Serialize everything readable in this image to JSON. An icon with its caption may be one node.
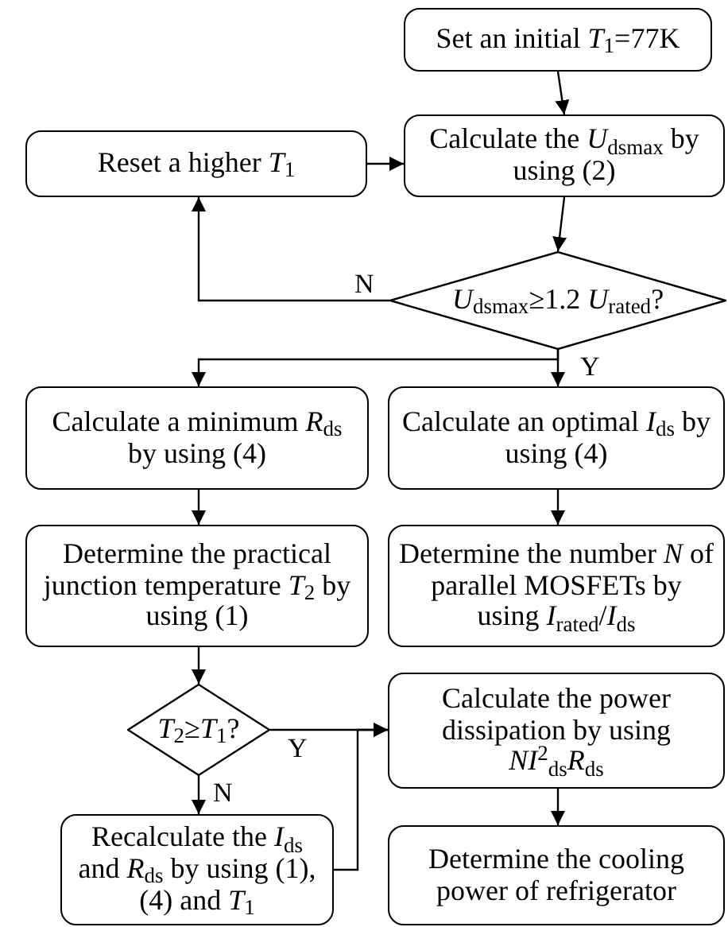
{
  "diagram": {
    "nodes": [
      {
        "text": [
          "Set an initial *T*$_{1}$=77K"
        ]
      },
      {
        "text": [
          "Calculate the *U*$_{dsmax}$ by using (2)"
        ]
      },
      {
        "text": [
          "Reset a higher *T*$_{1}$"
        ]
      },
      {
        "text": [
          "*U*$_{dsmax}$≥1.2 *U*$_{rated}$?"
        ]
      },
      {
        "text": [
          "Calculate a minimum *R*$_{ds}$ by using (4)"
        ]
      },
      {
        "text": [
          "Calculate an optimal *I*$_{ds}$ by using (4)"
        ]
      },
      {
        "text": [
          "Determine the practical junction temperature *T*$_{2}$ by using (1)"
        ]
      },
      {
        "text": [
          "Determine the number *N* of parallel MOSFETs by using *I*$_{rated}$/*I*$_{ds}$"
        ]
      },
      {
        "text": [
          "*T*$_{2}$≥*T*$_{1}$?"
        ]
      },
      {
        "text": [
          "Recalculate the *I*$_{ds}$ and *R*$_{ds}$ by using (1), (4) and *T*$_{1}$"
        ]
      },
      {
        "text": [
          "Calculate the power dissipation by using *NI*$^{2}$$_{ds}$*R*$_{ds}$"
        ]
      },
      {
        "text": [
          "Determine the cooling power of refrigerator"
        ]
      }
    ],
    "edges": [
      {
        "from": 0,
        "to": 1,
        "arrow": "to"
      },
      {
        "from": 2,
        "to": 1,
        "arrow": "to"
      },
      {
        "from": 1,
        "to": 3,
        "arrow": "to"
      },
      {
        "from": 3,
        "to": 2,
        "arrow": "to",
        "label": "N"
      },
      {
        "from": 3,
        "to": 4,
        "arrow": "to"
      },
      {
        "from": 3,
        "to": 5,
        "arrow": "to",
        "label": "Y"
      },
      {
        "from": 4,
        "to": 6,
        "arrow": "to"
      },
      {
        "from": 5,
        "to": 7,
        "arrow": "to"
      },
      {
        "from": 6,
        "to": 8,
        "arrow": "to"
      },
      {
        "from": 8,
        "to": 10,
        "arrow": "to",
        "label": "Y"
      },
      {
        "from": 8,
        "to": 9,
        "arrow": "to",
        "label": "N"
      },
      {
        "from": 9,
        "to": 10,
        "arrow": "to"
      },
      {
        "from": 10,
        "to": 11,
        "arrow": "to"
      }
    ]
  }
}
